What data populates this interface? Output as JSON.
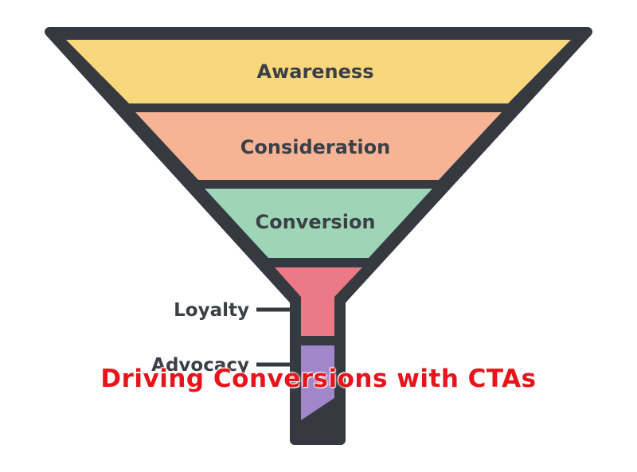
{
  "stages": [
    {
      "label": "Awareness",
      "color": "#fad67c"
    },
    {
      "label": "Consideration",
      "color": "#f6b495"
    },
    {
      "label": "Conversion",
      "color": "#9fd5b7"
    },
    {
      "label": "Loyalty",
      "color": "#ec7a86"
    },
    {
      "label": "Advocacy",
      "color": "#a186c9"
    }
  ],
  "outline_color": "#343a40",
  "caption": {
    "text": "Driving Conversions with CTAs",
    "color": "#e8141b"
  }
}
